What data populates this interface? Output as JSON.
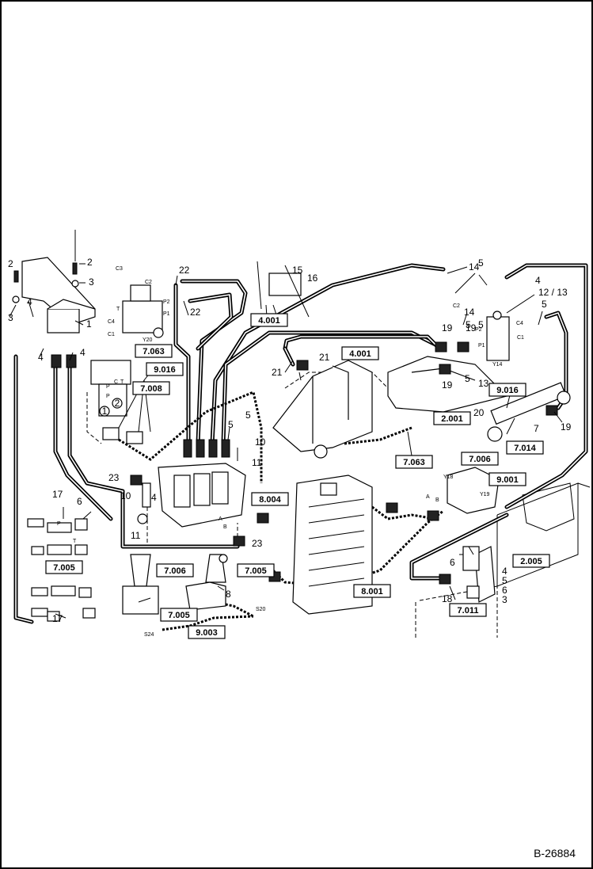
{
  "document_number": "B-26884",
  "reference_boxes": [
    "7.063",
    "9.016",
    "7.008",
    "4.001",
    "4.001",
    "9.016",
    "2.001",
    "7.063",
    "7.014",
    "7.006",
    "9.001",
    "8.004",
    "7.005",
    "7.006",
    "7.005",
    "7.005",
    "9.003",
    "8.001",
    "2.005",
    "7.011"
  ],
  "callouts": [
    "2",
    "2",
    "3",
    "3",
    "1",
    "4",
    "4",
    "4",
    "22",
    "22",
    "15",
    "16",
    "14",
    "14",
    "5",
    "5",
    "4",
    "12 / 13",
    "19",
    "5",
    "19",
    "21",
    "21",
    "5",
    "5",
    "5",
    "20",
    "7",
    "19",
    "13",
    "5",
    "10",
    "11",
    "23",
    "23",
    "10",
    "4",
    "11",
    "17",
    "6",
    "17",
    "8",
    "6",
    "18",
    "4",
    "5",
    "6",
    "3",
    "19"
  ],
  "small_labels": [
    "C3",
    "C2",
    "T",
    "P2",
    "P1",
    "C4",
    "C1",
    "Y20",
    "P",
    "C",
    "T",
    "P",
    "S20",
    "S24",
    "Y18",
    "Y19",
    "P2",
    "P1",
    "Y14",
    "C2",
    "C4",
    "C1",
    "A",
    "B",
    "A",
    "B",
    "P",
    "T"
  ],
  "circle_labels": [
    "1",
    "2"
  ]
}
